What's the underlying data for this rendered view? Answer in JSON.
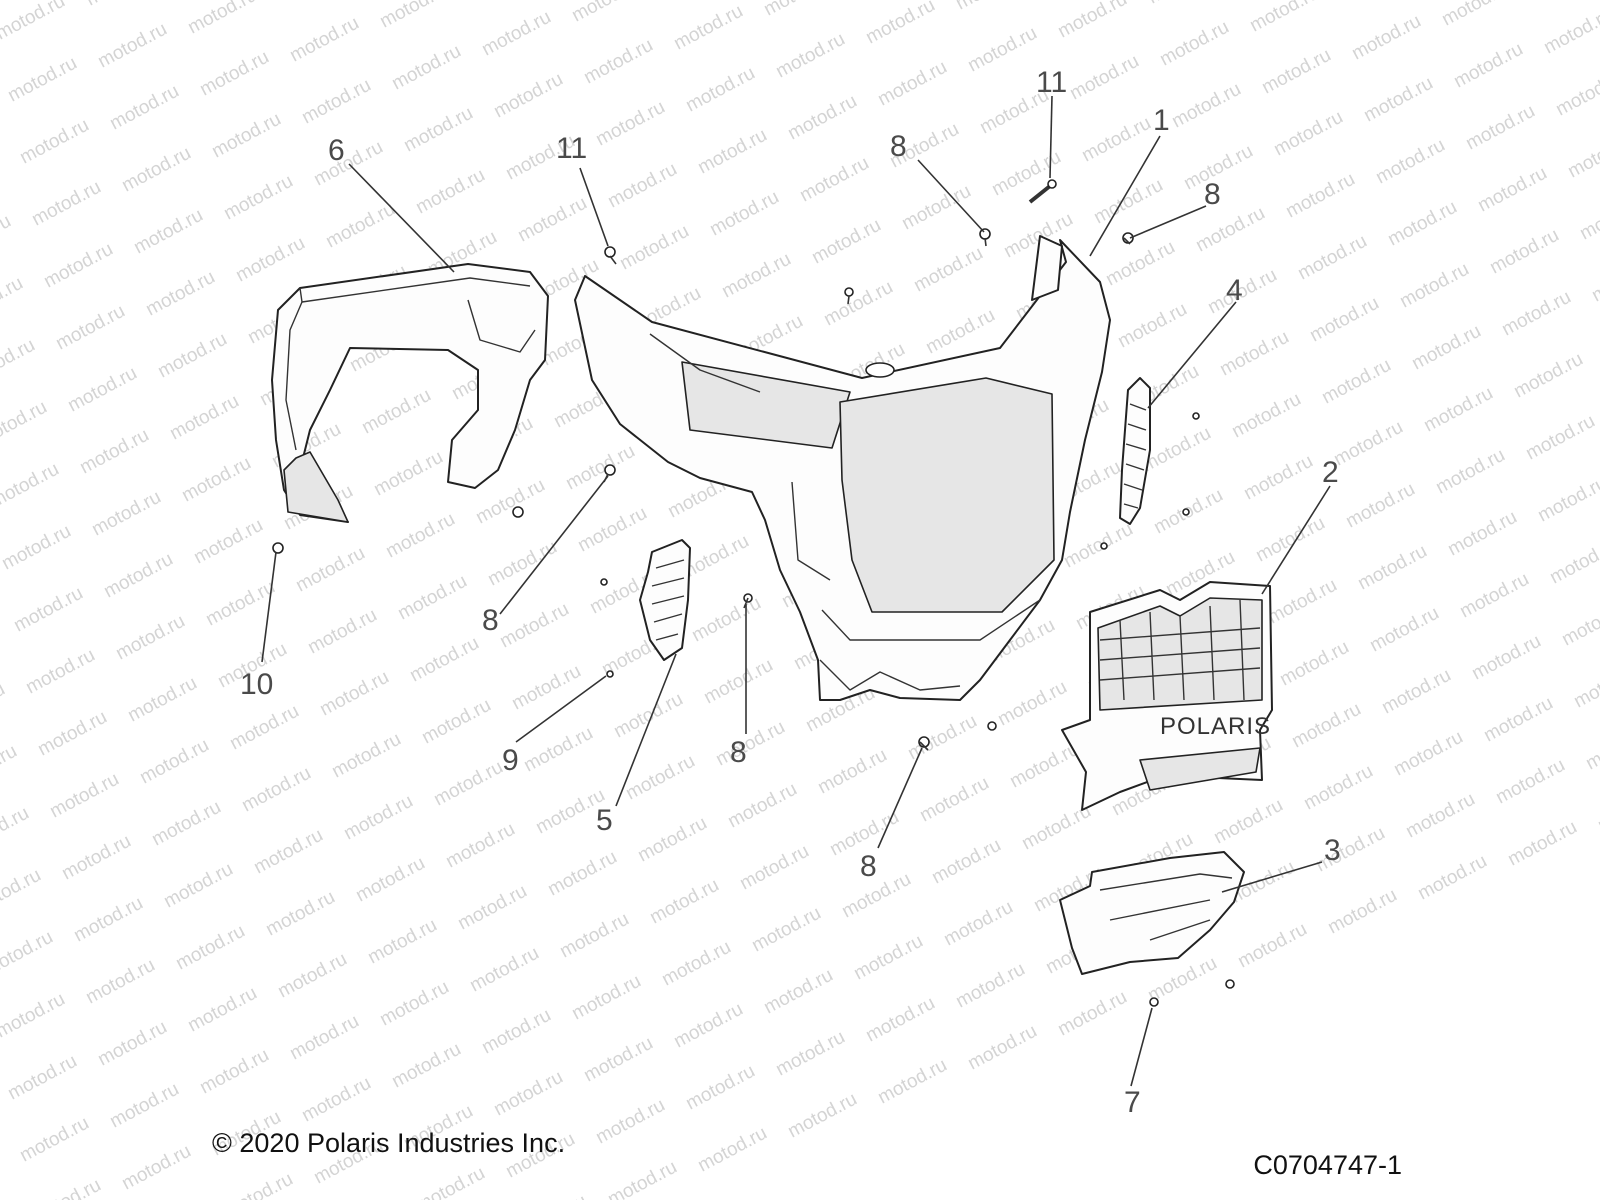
{
  "watermark": {
    "text": "motod.ru",
    "color": "#d4d4d4"
  },
  "callouts": [
    {
      "id": "1",
      "label": "1"
    },
    {
      "id": "2",
      "label": "2"
    },
    {
      "id": "3",
      "label": "3"
    },
    {
      "id": "4",
      "label": "4"
    },
    {
      "id": "5",
      "label": "5"
    },
    {
      "id": "6",
      "label": "6"
    },
    {
      "id": "7",
      "label": "7"
    },
    {
      "id": "8a",
      "label": "8"
    },
    {
      "id": "8b",
      "label": "8"
    },
    {
      "id": "8c",
      "label": "8"
    },
    {
      "id": "8d",
      "label": "8"
    },
    {
      "id": "8e",
      "label": "8"
    },
    {
      "id": "9",
      "label": "9"
    },
    {
      "id": "10",
      "label": "10"
    },
    {
      "id": "11a",
      "label": "11"
    },
    {
      "id": "11b",
      "label": "11"
    }
  ],
  "grille_logo": "POLARIS",
  "footer": {
    "copyright": "© 2020 Polaris Industries Inc.",
    "part_code": "C0704747-1"
  }
}
